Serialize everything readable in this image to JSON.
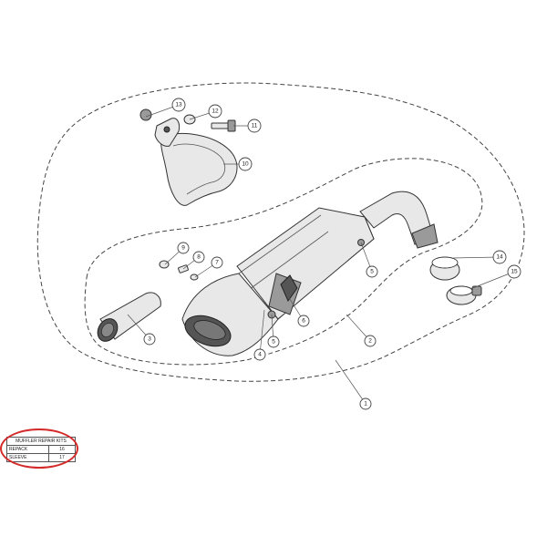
{
  "callouts": [
    {
      "n": "1"
    },
    {
      "n": "2"
    },
    {
      "n": "3"
    },
    {
      "n": "4"
    },
    {
      "n": "5"
    },
    {
      "n": "5"
    },
    {
      "n": "6"
    },
    {
      "n": "7"
    },
    {
      "n": "8"
    },
    {
      "n": "9"
    },
    {
      "n": "10"
    },
    {
      "n": "11"
    },
    {
      "n": "12"
    },
    {
      "n": "13"
    },
    {
      "n": "14"
    },
    {
      "n": "15"
    }
  ],
  "repair_kits": {
    "title": "MUFFLER REPAIR KITS",
    "rows": [
      {
        "label": "REPACK",
        "value": "16"
      },
      {
        "label": "SLEEVE",
        "value": "17"
      }
    ]
  },
  "colors": {
    "highlight": "#d42a2a"
  }
}
